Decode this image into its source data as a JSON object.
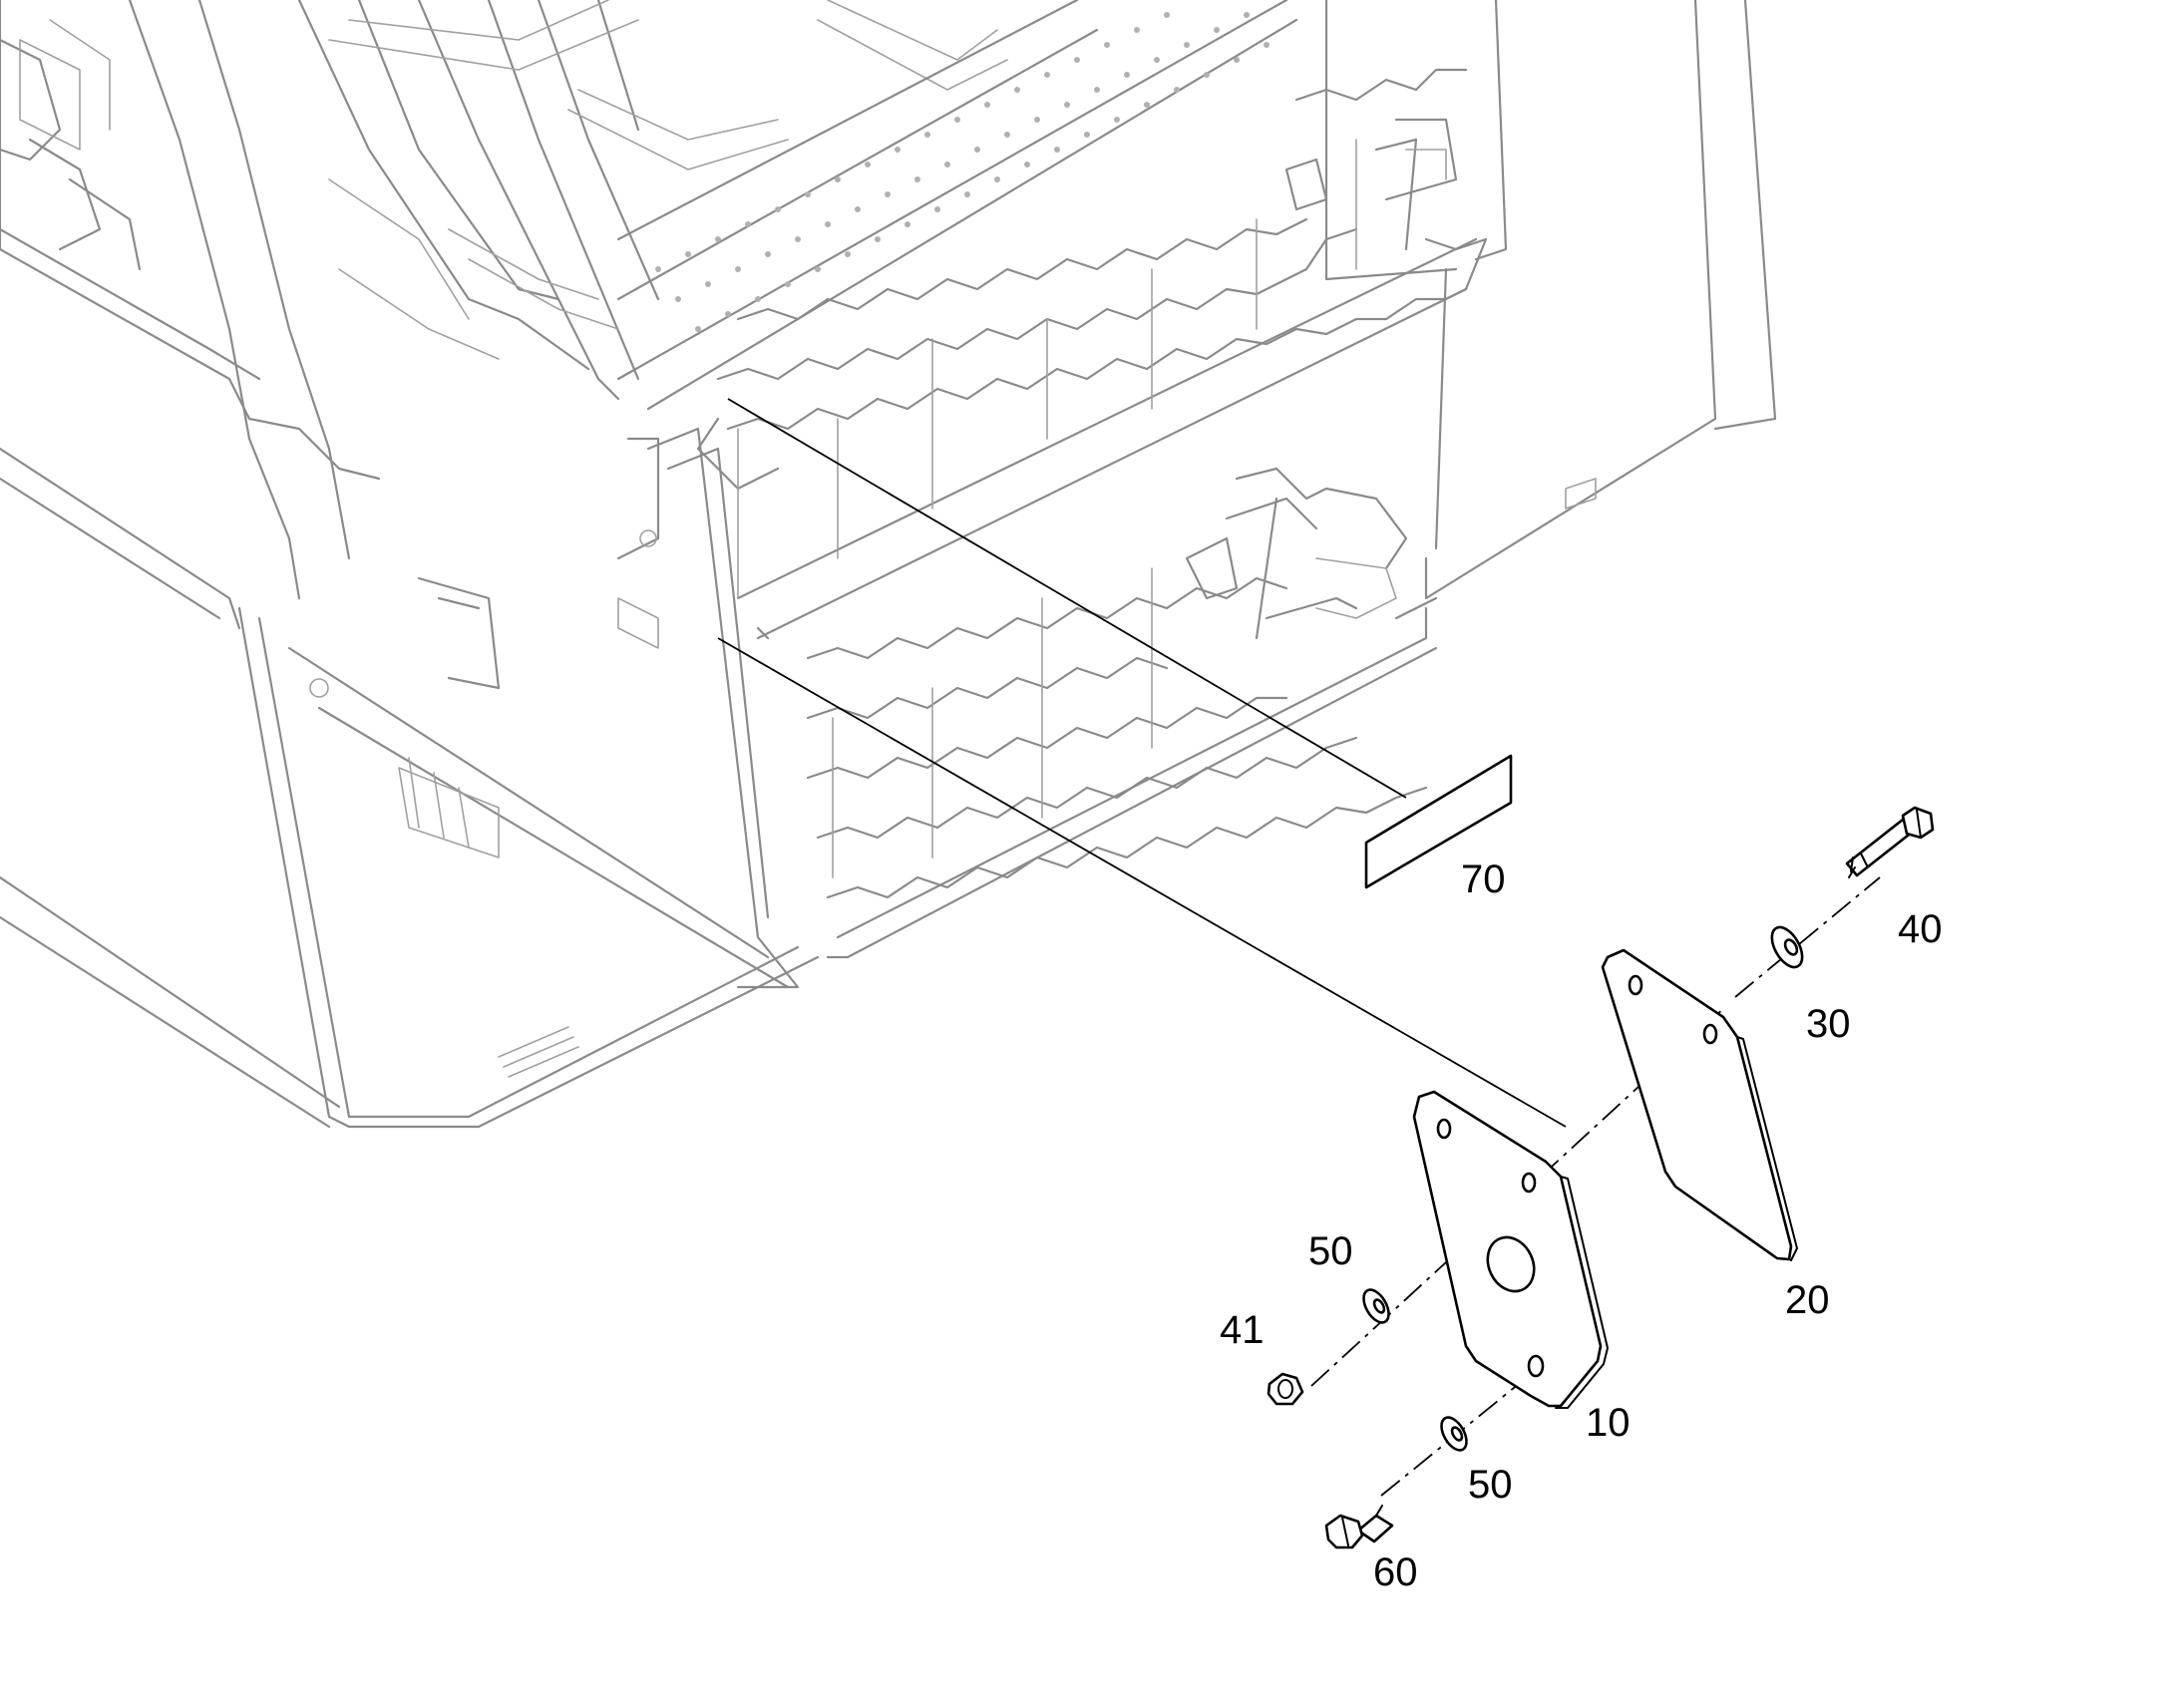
{
  "figure": {
    "callouts": {
      "item_70": "70",
      "item_40": "40",
      "item_30": "30",
      "item_20": "20",
      "item_50_upper": "50",
      "item_41": "41",
      "item_10": "10",
      "item_50_lower": "50",
      "item_60": "60"
    }
  }
}
